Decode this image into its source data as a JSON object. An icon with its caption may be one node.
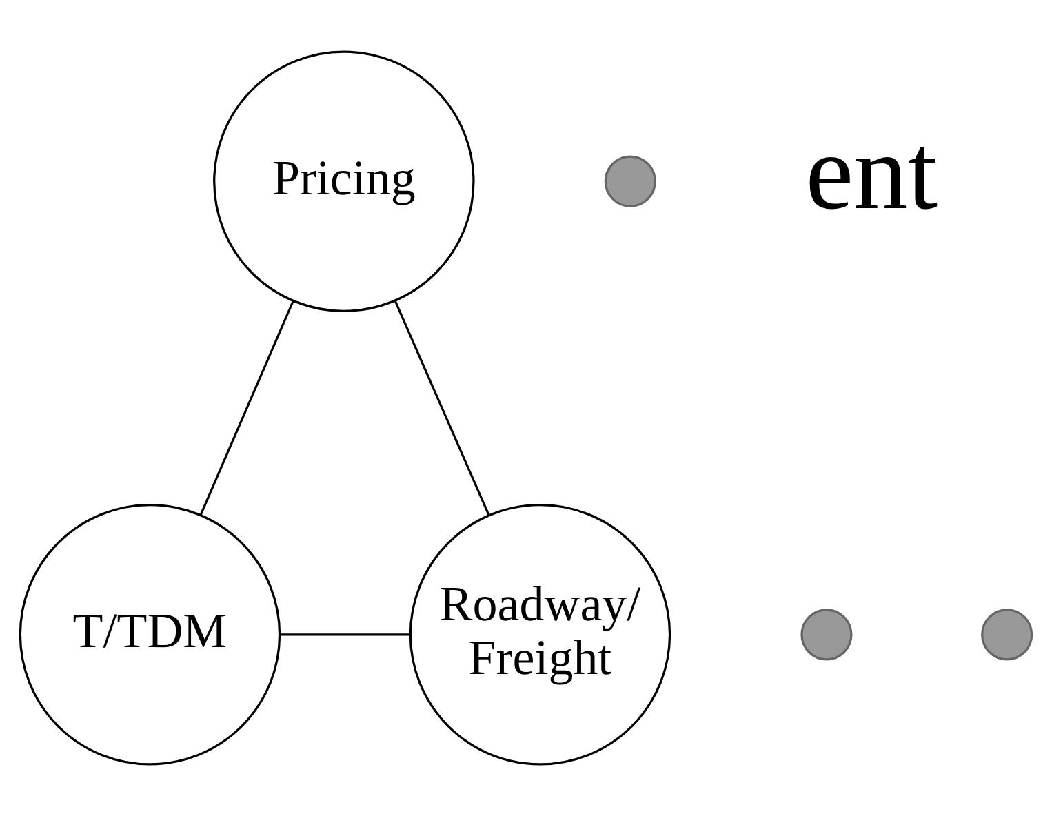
{
  "diagram": {
    "nodes": [
      {
        "text": [
          "Pricing"
        ]
      },
      {
        "text": [],
        "shape": "circle"
      },
      {
        "text": [],
        "shape": "circle"
      },
      {
        "text": [
          "T/TDM"
        ]
      },
      {
        "text": [],
        "shape": "circle"
      },
      {
        "text": [
          "Roadway/ Freight"
        ]
      }
    ],
    "edges": [
      {
        "from": 0,
        "to": 3,
        "arrow": "none"
      },
      {
        "from": 0,
        "to": 5,
        "arrow": "none"
      },
      {
        "from": 3,
        "to": 5,
        "arrow": "none"
      }
    ],
    "labels": [
      "ent"
    ]
  }
}
